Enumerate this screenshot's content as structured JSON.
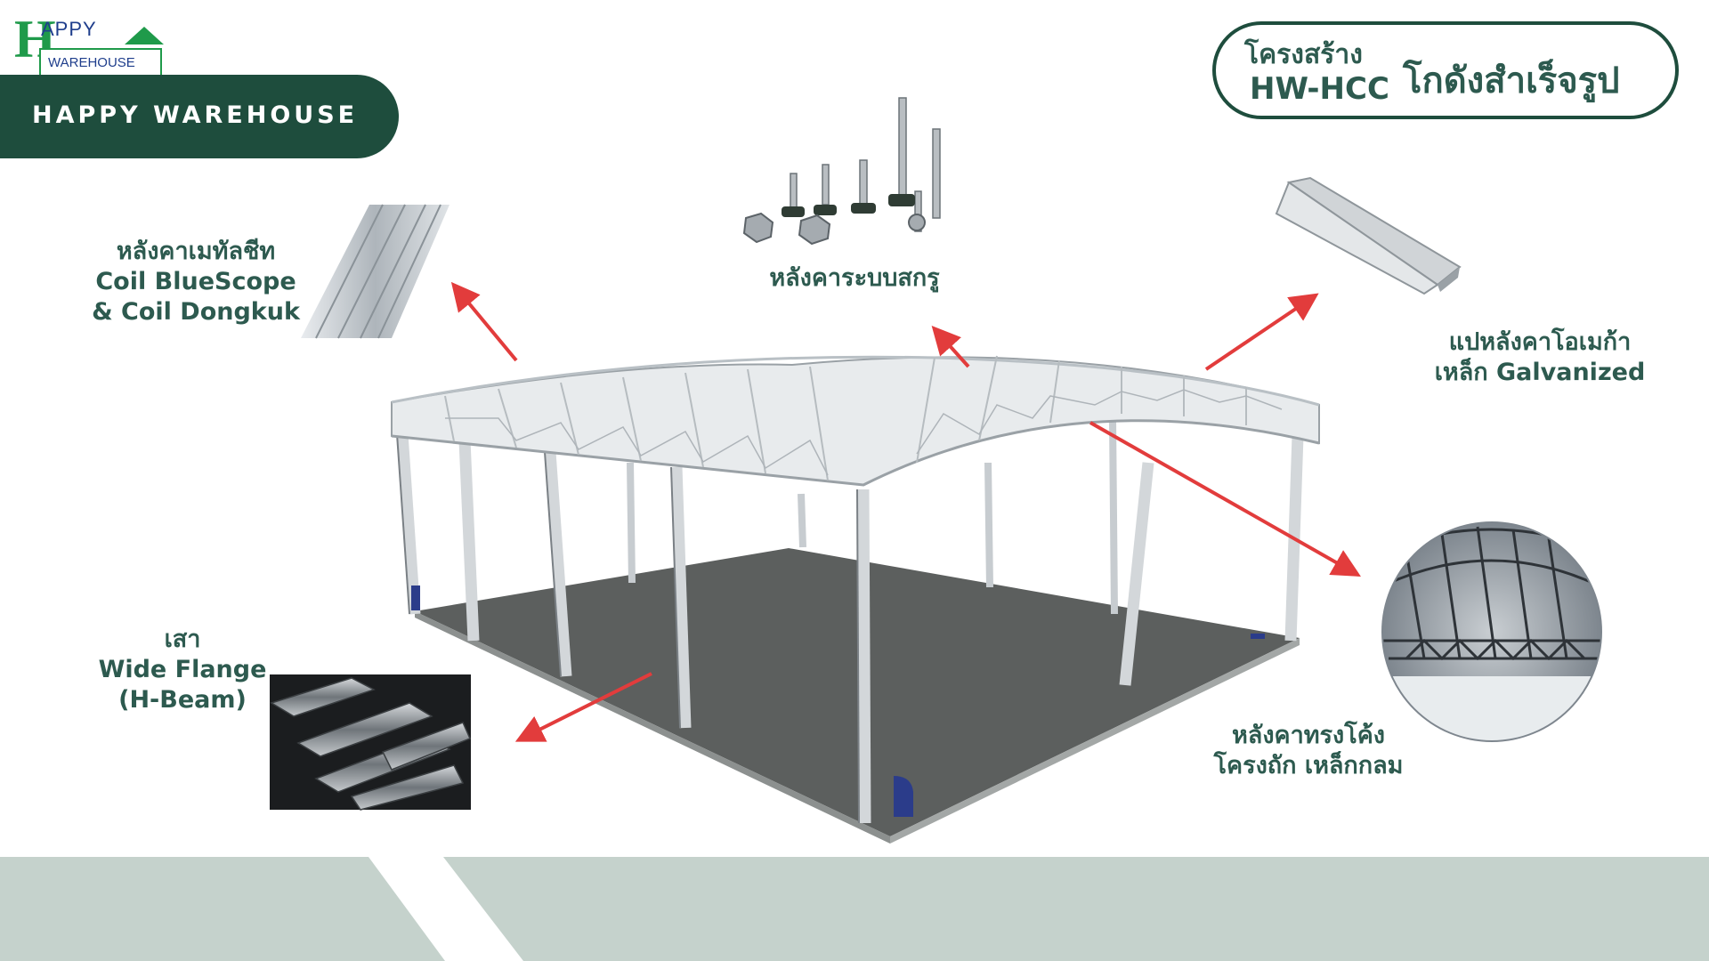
{
  "logo": {
    "h": "H",
    "appy": "APPY",
    "warehouse": "WAREHOUSE"
  },
  "brand": {
    "name": "HAPPY WAREHOUSE"
  },
  "title": {
    "small": "โครงสร้าง",
    "code": "HW-HCC",
    "large": "โกดังสำเร็จรูป"
  },
  "labels": {
    "roof_metal": [
      "หลังคาเมทัลชีท",
      "Coil BlueScope",
      "& Coil Dongkuk"
    ],
    "roof_screw": [
      "หลังคาระบบสกรู"
    ],
    "purlin": [
      "แปหลังคาโอเมก้า",
      "เหล็ก Galvanized"
    ],
    "column": [
      "เสา",
      "Wide Flange",
      "(H-Beam)"
    ],
    "curved_roof": [
      "หลังคาทรงโค้ง",
      "โครงถัก เหล็กกลม"
    ]
  },
  "colors": {
    "dark_green": "#1e4d3d",
    "text_green": "#2d5a4f",
    "arrow_red": "#e23c3c",
    "band": "#c5d2cc",
    "logo_green": "#1f9a4a",
    "logo_blue": "#1f3e8c"
  }
}
